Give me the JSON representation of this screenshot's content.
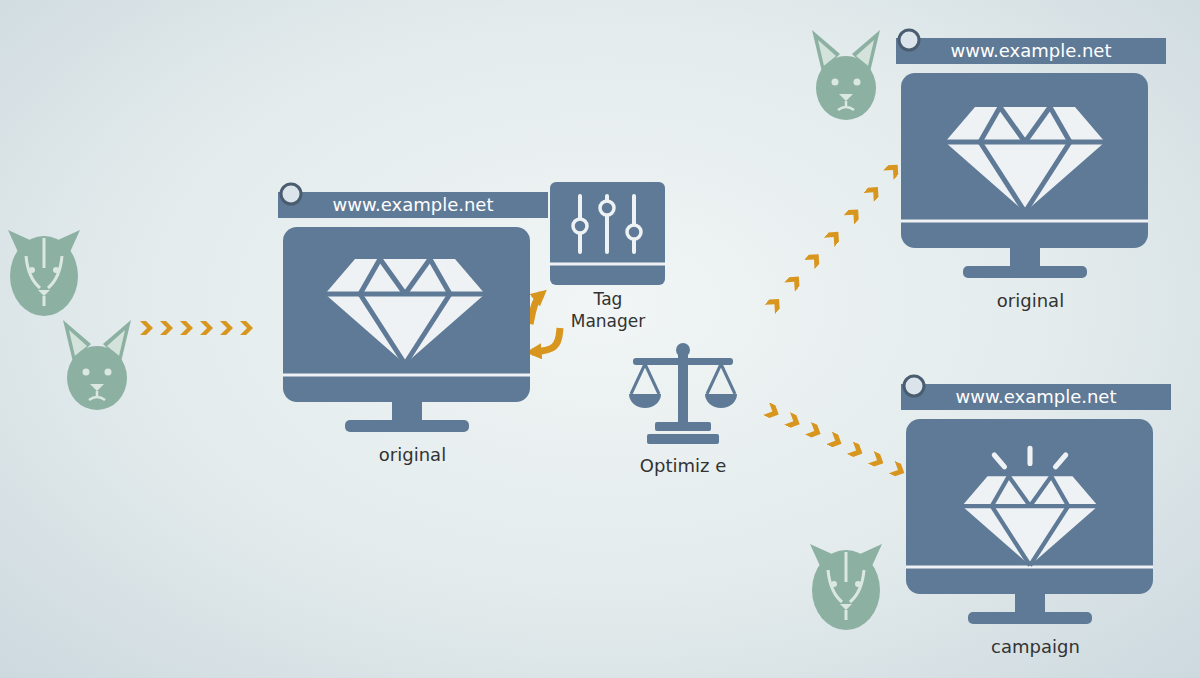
{
  "diagram": {
    "nodes": [
      {
        "text": [
          "www.example.net",
          "original"
        ]
      },
      {
        "text": [
          "Tag Manager"
        ]
      },
      {
        "text": [
          "Optimiz e"
        ]
      },
      {
        "text": [
          "www.example.net",
          "original"
        ]
      },
      {
        "text": [
          "www.example.net",
          "campaign"
        ]
      }
    ],
    "edges": [
      {
        "from": 0,
        "to": 1,
        "arrow": "to"
      },
      {
        "from": 1,
        "to": 0,
        "arrow": "to"
      },
      {
        "from": 2,
        "to": 3,
        "arrow": "to"
      },
      {
        "from": 2,
        "to": 4,
        "arrow": "to"
      }
    ]
  }
}
